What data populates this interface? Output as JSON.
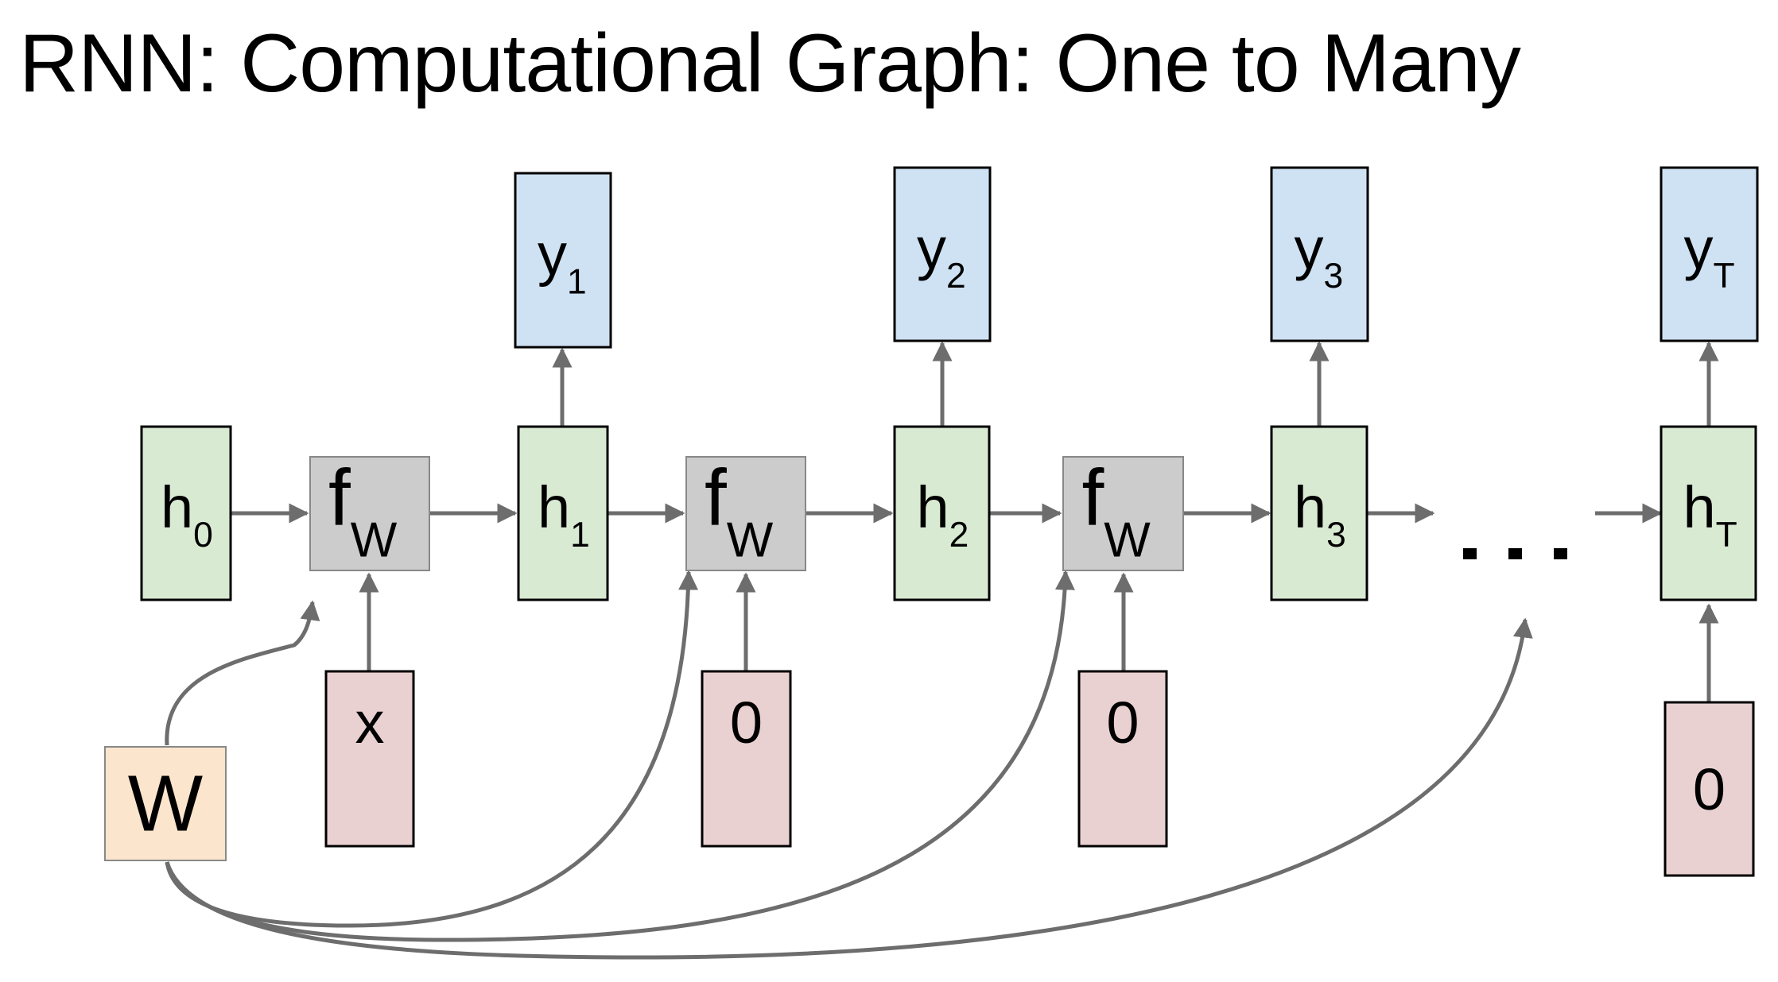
{
  "title": "RNN: Computational Graph: One to Many",
  "colors": {
    "hidden": "#d9ead3",
    "output": "#cfe2f3",
    "input": "#ead1d1",
    "function": "#cccccc",
    "weight": "#fce5cd",
    "arrow": "#6d6d6d"
  },
  "nodes": {
    "h0": {
      "main": "h",
      "sub": "0"
    },
    "h1": {
      "main": "h",
      "sub": "1"
    },
    "h2": {
      "main": "h",
      "sub": "2"
    },
    "h3": {
      "main": "h",
      "sub": "3"
    },
    "hT": {
      "main": "h",
      "sub": "T"
    },
    "y1": {
      "main": "y",
      "sub": "1"
    },
    "y2": {
      "main": "y",
      "sub": "2"
    },
    "y3": {
      "main": "y",
      "sub": "3"
    },
    "yT": {
      "main": "y",
      "sub": "T"
    },
    "f1": {
      "main": "f",
      "sub": "W"
    },
    "f2": {
      "main": "f",
      "sub": "W"
    },
    "f3": {
      "main": "f",
      "sub": "W"
    },
    "x": {
      "main": "x"
    },
    "in2": {
      "main": "0"
    },
    "in3": {
      "main": "0"
    },
    "inT": {
      "main": "0"
    },
    "W": {
      "main": "W"
    }
  },
  "ellipsis": "..."
}
